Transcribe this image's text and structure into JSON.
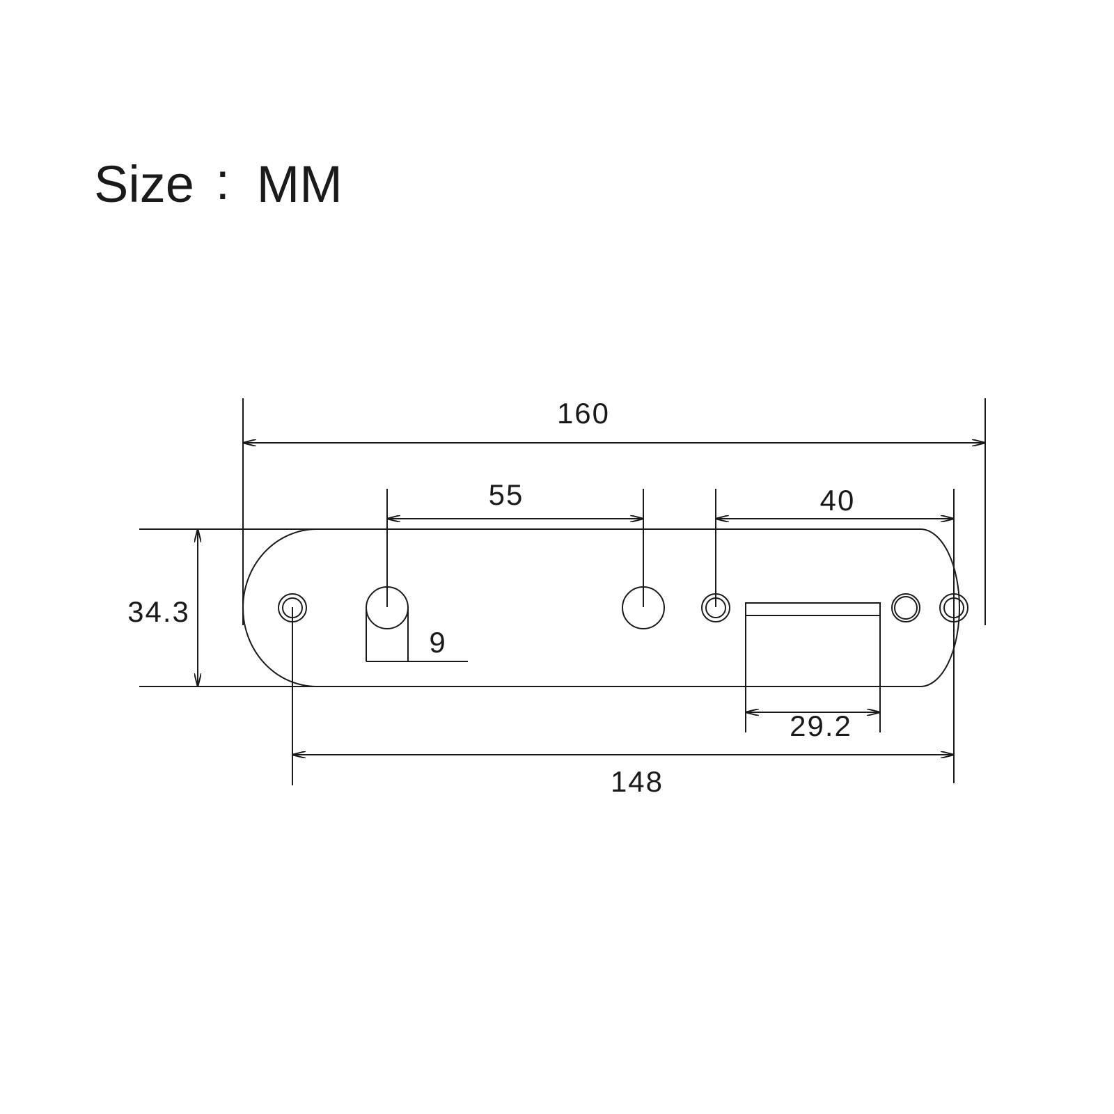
{
  "title": {
    "prefix": "Size",
    "separator": ":",
    "unit": "MM"
  },
  "dimensions": {
    "overall_length": "160",
    "knob_spacing": "55",
    "switch_offset": "40",
    "plate_width": "34.3",
    "knob_hole_offset": "9",
    "switch_slot_length": "29.2",
    "mount_hole_spacing": "148"
  },
  "colors": {
    "line": "#1a1a1a",
    "background": "#ffffff"
  }
}
